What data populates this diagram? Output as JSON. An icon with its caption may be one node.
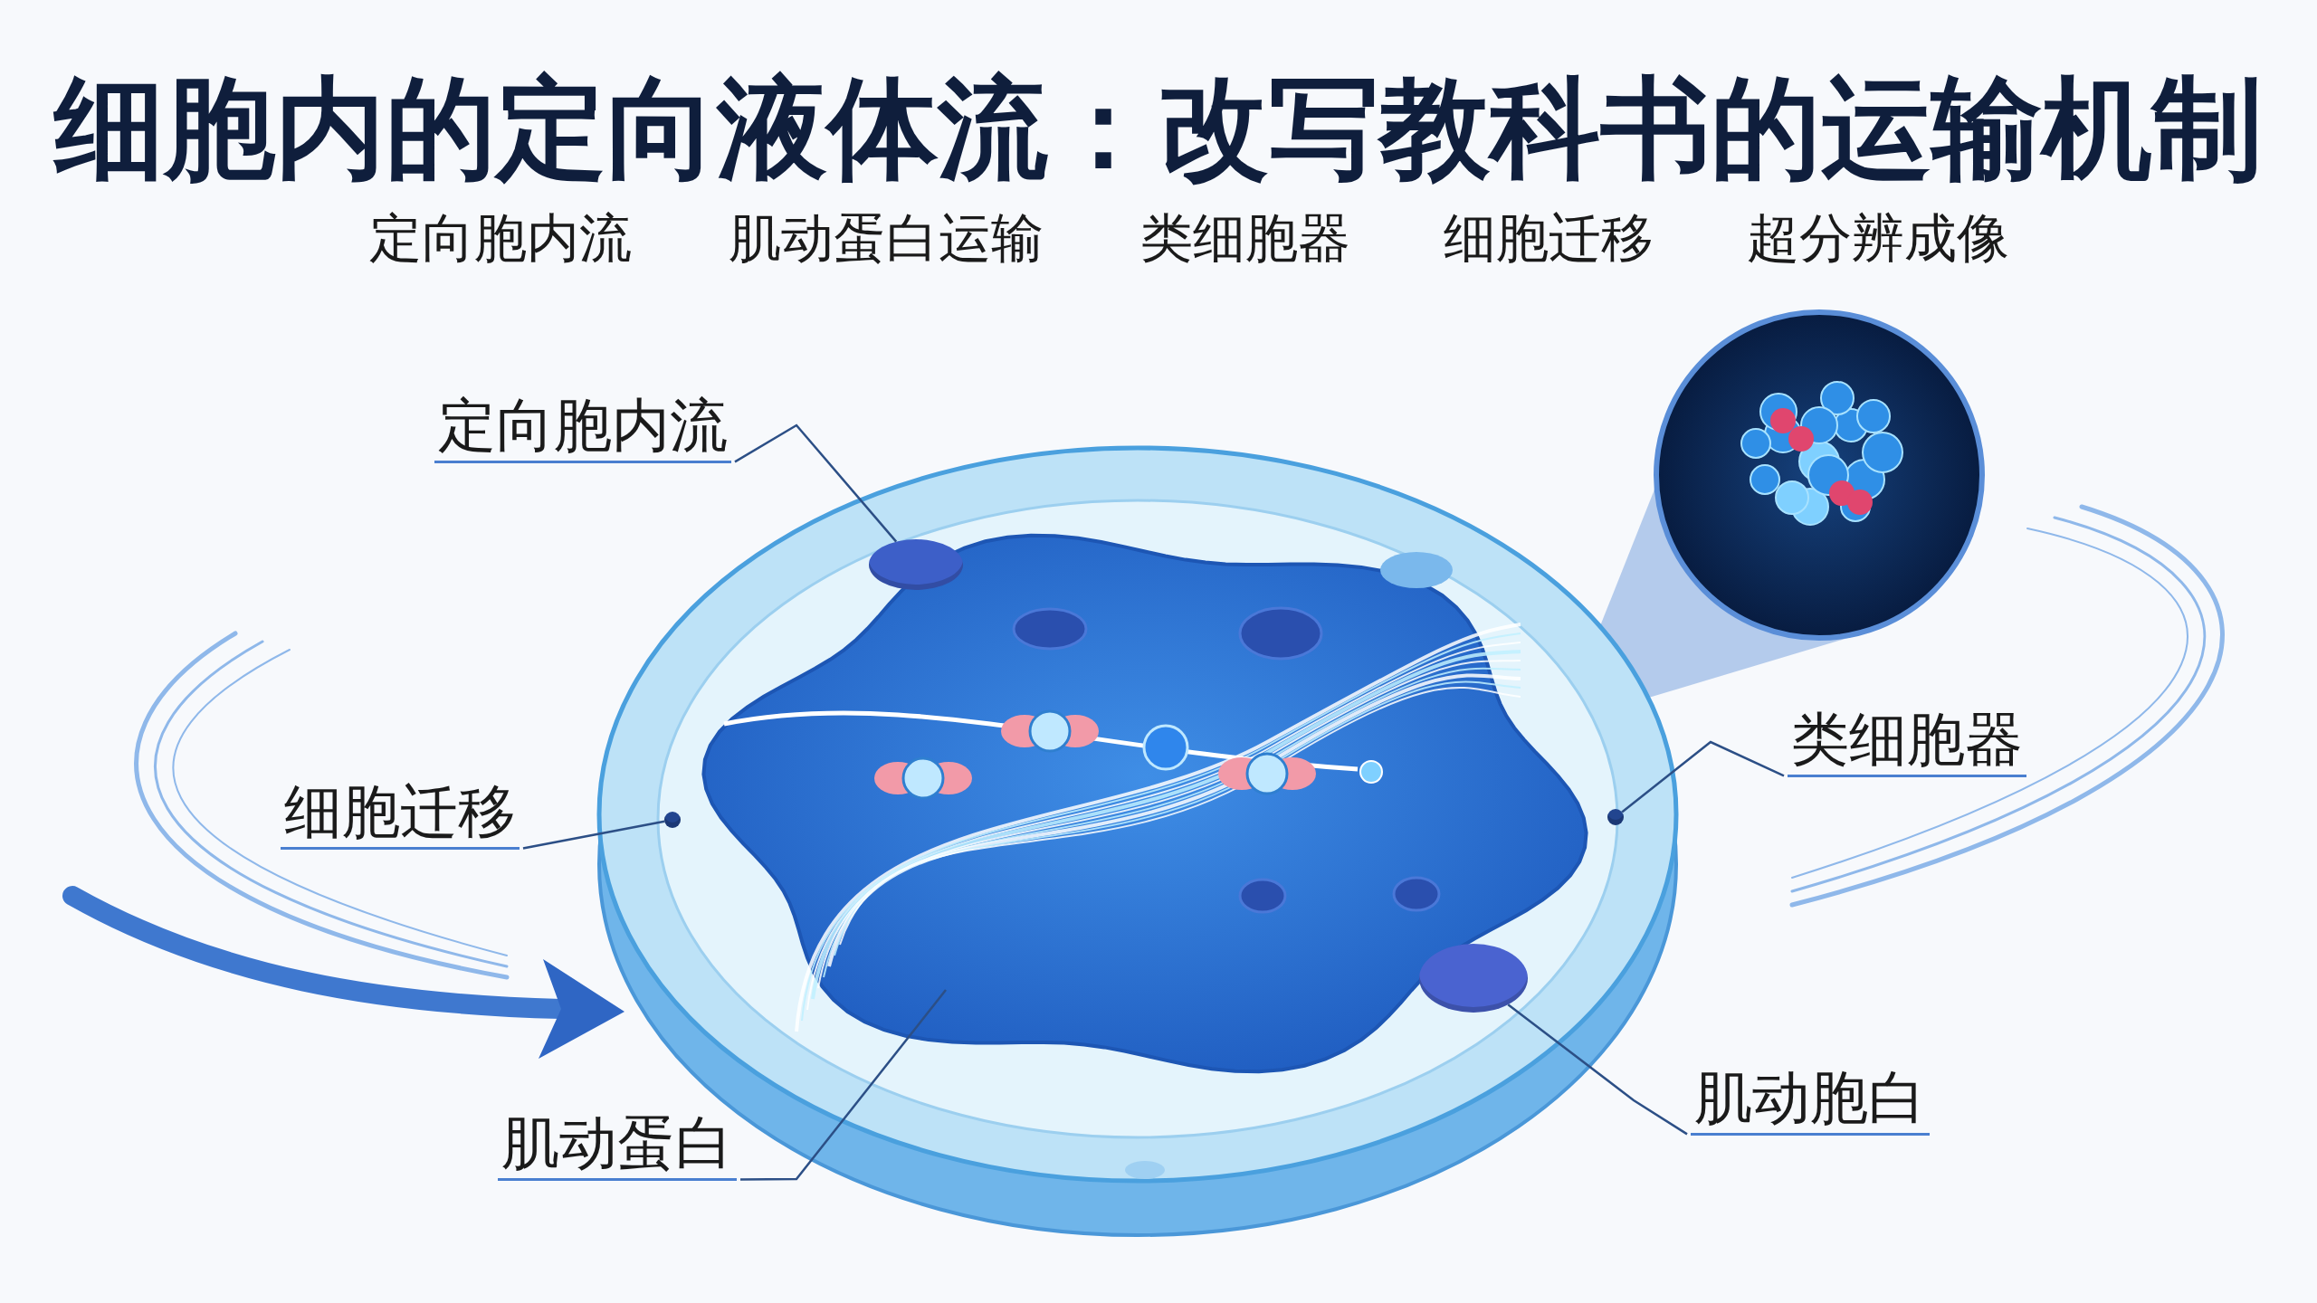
{
  "diagram": {
    "title": "细胞内的定向液体流：改写教科书的运输机制",
    "nodes": [
      {
        "text": [
          "定向胞内流"
        ]
      },
      {
        "text": [],
        "shape": "circle"
      },
      {
        "text": [
          "细胞迁移"
        ]
      },
      {
        "text": [],
        "shape": "circle"
      },
      {
        "text": [
          "肌动蛋白"
        ]
      },
      {
        "text": [
          "类细胞器"
        ]
      },
      {
        "text": [],
        "shape": "circle"
      },
      {
        "text": [
          "肌动胞白"
        ]
      },
      {
        "text": [],
        "shape": "circle"
      }
    ],
    "edges": [
      {
        "from": 0,
        "to": 1,
        "arrow": "none"
      },
      {
        "from": 2,
        "to": 3,
        "arrow": "none"
      },
      {
        "from": 4,
        "to": null,
        "arrow": "none"
      },
      {
        "from": 5,
        "to": 6,
        "arrow": "none"
      },
      {
        "from": 7,
        "to": 8,
        "arrow": "none"
      }
    ],
    "labels": [
      "定向胞内流",
      "肌动蛋白运输",
      "类细胞器",
      "细胞迁移",
      "超分辨成像"
    ]
  }
}
